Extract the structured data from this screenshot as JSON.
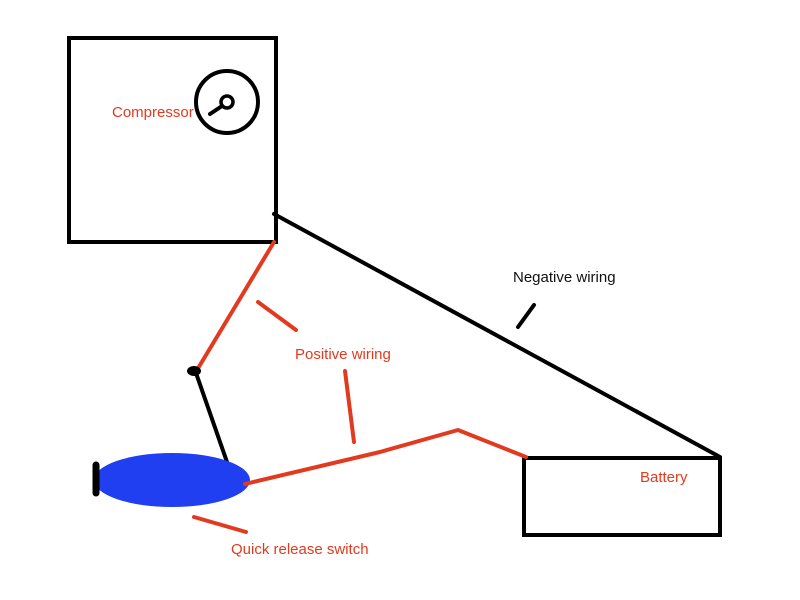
{
  "labels": {
    "compressor": "Compressor",
    "negative_wiring": "Negative wiring",
    "positive_wiring": "Positive wiring",
    "battery": "Battery",
    "quick_release_switch": "Quick release switch"
  },
  "colors": {
    "outline": "#000000",
    "positive_wire": "#e23a1e",
    "label_red": "#e23a1e",
    "label_black": "#111111",
    "switch_body": "#1f3ff0"
  }
}
